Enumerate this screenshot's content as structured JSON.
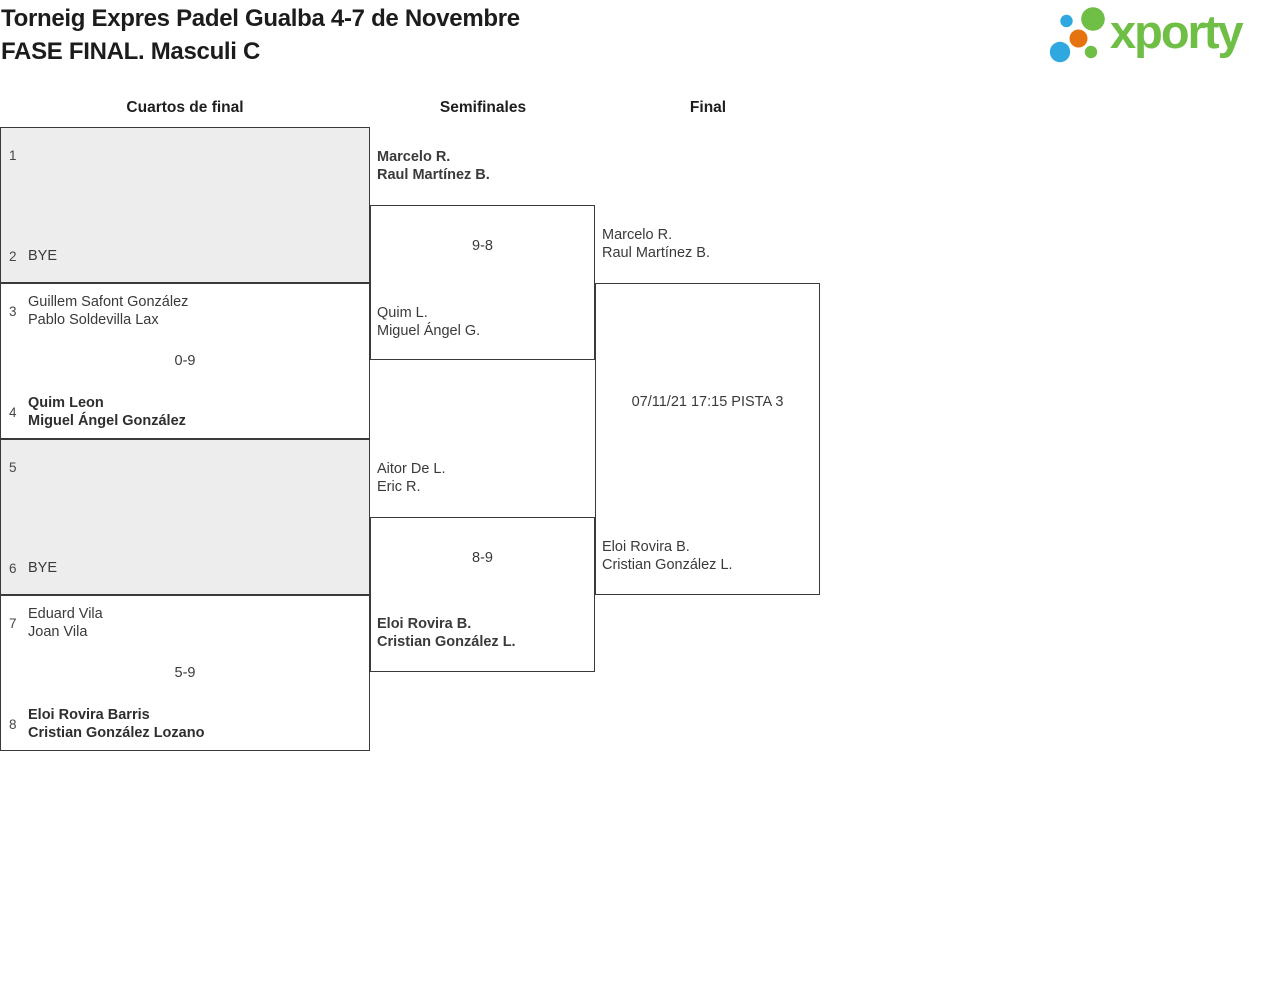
{
  "header": {
    "title_line1": "Torneig Expres Padel Gualba 4-7 de Novembre",
    "title_line2": "FASE FINAL. Masculi C",
    "brand": "xporty"
  },
  "round_headers": {
    "quarterfinals": "Cuartos de final",
    "semifinals": "Semifinales",
    "final": "Final"
  },
  "colors": {
    "brand_green": "#6fbe45",
    "brand_blue": "#2fa8df",
    "brand_orange": "#e57410",
    "box_fill": "#ededed",
    "line": "#3a3a3a",
    "text": "#3a3a3a"
  },
  "bracket": {
    "quarterfinals": [
      {
        "match": "QF1",
        "seed_top": "1",
        "top_line1": "",
        "top_line2": "",
        "score": "",
        "seed_bottom": "2",
        "bottom_line1": "BYE",
        "bottom_line2": "",
        "winner": ""
      },
      {
        "match": "QF2",
        "seed_top": "3",
        "top_line1": "Guillem Safont González",
        "top_line2": "Pablo Soldevilla Lax",
        "score": "0-9",
        "seed_bottom": "4",
        "bottom_line1": "Quim Leon",
        "bottom_line2": "Miguel Ángel González",
        "winner": "bottom"
      },
      {
        "match": "QF3",
        "seed_top": "5",
        "top_line1": "",
        "top_line2": "",
        "score": "",
        "seed_bottom": "6",
        "bottom_line1": "BYE",
        "bottom_line2": "",
        "winner": ""
      },
      {
        "match": "QF4",
        "seed_top": "7",
        "top_line1": "Eduard Vila",
        "top_line2": "Joan Vila",
        "score": "5-9",
        "seed_bottom": "8",
        "bottom_line1": "Eloi Rovira Barris",
        "bottom_line2": "Cristian González Lozano",
        "winner": "bottom"
      }
    ],
    "semifinals": [
      {
        "match": "SF1",
        "top_line1": "Marcelo R.",
        "top_line2": "Raul Martínez B.",
        "score": "9-8",
        "bottom_line1": "Quim L.",
        "bottom_line2": "Miguel Ángel G.",
        "winner": "top"
      },
      {
        "match": "SF2",
        "top_line1": "Aitor De L.",
        "top_line2": "Eric R.",
        "score": "8-9",
        "bottom_line1": "Eloi Rovira B.",
        "bottom_line2": "Cristian González L.",
        "winner": "bottom"
      }
    ],
    "final": {
      "match": "Final",
      "top_line1": "Marcelo R.",
      "top_line2": "Raul Martínez B.",
      "schedule": "07/11/21 17:15 PISTA 3",
      "bottom_line1": "Eloi Rovira B.",
      "bottom_line2": "Cristian González L.",
      "winner": ""
    }
  }
}
